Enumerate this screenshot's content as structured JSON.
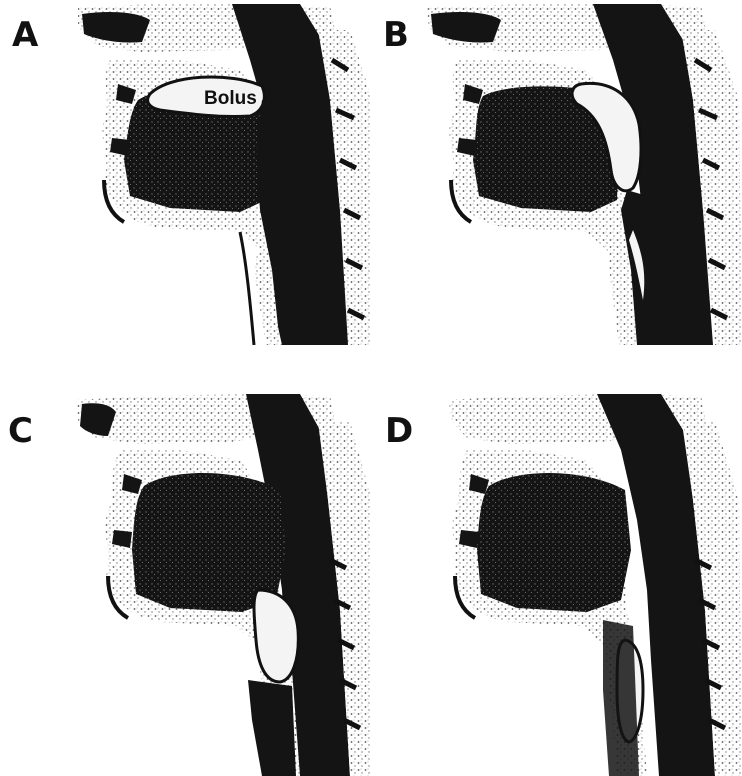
{
  "panels": [
    {
      "label": "A",
      "annotation": "Bolus"
    },
    {
      "label": "B"
    },
    {
      "label": "C"
    },
    {
      "label": "D"
    }
  ],
  "colors": {
    "ink": "#111111",
    "paper": "#ffffff",
    "speckle": "#9a9a9a"
  },
  "icon_names": [
    "head-sagittal-section-illustration"
  ]
}
